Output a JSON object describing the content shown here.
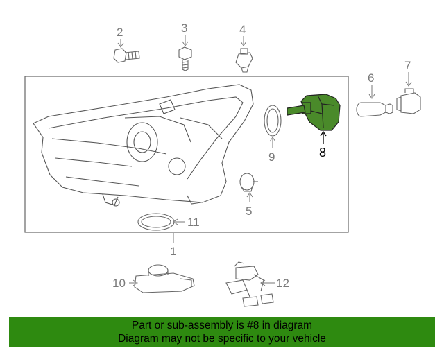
{
  "callouts": {
    "c1": "1",
    "c2": "2",
    "c3": "3",
    "c4": "4",
    "c5": "5",
    "c6": "6",
    "c7": "7",
    "c8": "8",
    "c9": "9",
    "c10": "10",
    "c11": "11",
    "c12": "12"
  },
  "highlight": {
    "part": "8",
    "color": "#4a8a2a"
  },
  "banner": {
    "line1": "Part or sub-assembly is #8 in diagram",
    "line2": "Diagram may not be specific to your vehicle",
    "background": "#2e8a10"
  }
}
